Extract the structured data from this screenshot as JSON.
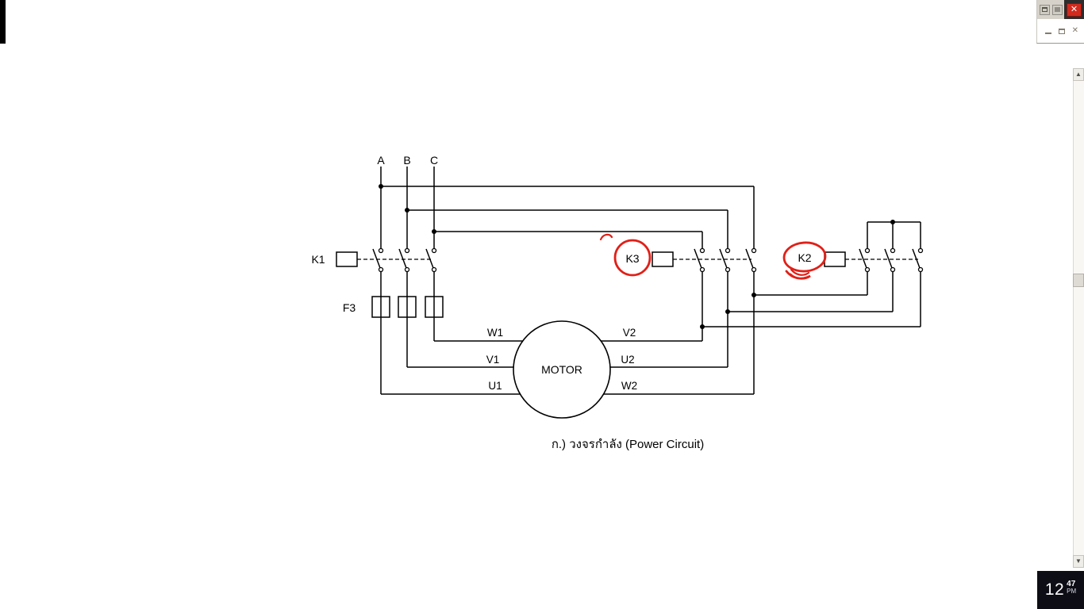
{
  "window": {
    "close_glyph": "✕",
    "scroll_up_glyph": "▲",
    "scroll_down_glyph": "▼"
  },
  "taskbar": {
    "clock": {
      "hour": "12",
      "minute": "47",
      "meridiem": "PM"
    }
  },
  "diagram": {
    "phases": [
      "A",
      "B",
      "C"
    ],
    "labels": {
      "k1": "K1",
      "f3": "F3",
      "k3": "K3",
      "k2": "K2",
      "motor": "MOTOR"
    },
    "terminals_left": [
      "W1",
      "V1",
      "U1"
    ],
    "terminals_right": [
      "V2",
      "U2",
      "W2"
    ],
    "caption": "ก.) วงจรกำลัง (Power Circuit)",
    "colors": {
      "wire": "#000000",
      "annotation_red": "#e02018"
    }
  }
}
